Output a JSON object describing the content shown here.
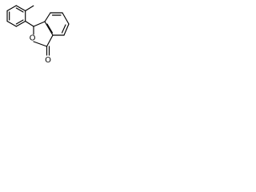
{
  "molecule": {
    "atoms": [
      {
        "element": "O",
        "role": "ring-oxygen"
      },
      {
        "element": "O",
        "role": "carbonyl-oxygen"
      }
    ]
  },
  "colors": {
    "bond": "#000000",
    "label": "#000000",
    "background": "#ffffff"
  }
}
